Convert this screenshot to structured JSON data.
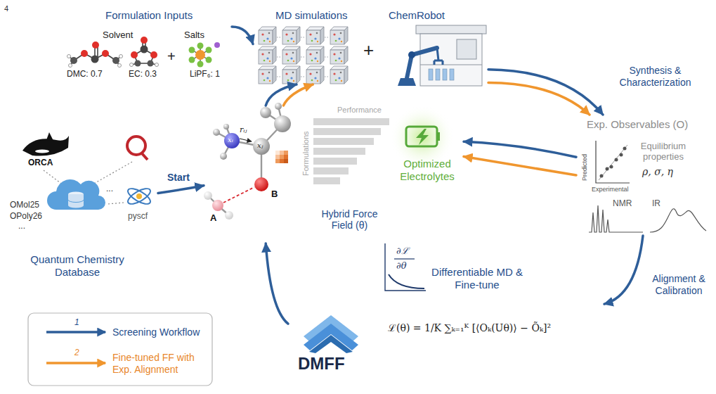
{
  "diagram": {
    "nodes": [
      {
        "text": [
          "Formulation Inputs",
          "Solvent",
          "Salts",
          "+",
          "DMC: 0.7",
          "EC: 0.3",
          "LiPF₆: 1"
        ]
      },
      {
        "text": [
          "MD simulations"
        ]
      },
      {
        "text": [
          "ChemRobot"
        ]
      },
      {
        "text": [
          "Exp. Observables (O)",
          "Predicted",
          "Experimental",
          "Equilibrium properties",
          "ρ, σ, η",
          "NMR",
          "IR"
        ]
      },
      {
        "text": [
          "Performance",
          "Formulations",
          "Optimized Electrolytes"
        ]
      },
      {
        "text": [
          "∂ℒ",
          "∂θ",
          "Differentiable MD & Fine-tune",
          "ℒ(θ) = 1/K ∑ₖ₌₁ᴷ [⟨Oₖ(Uθ)⟩ − Õₖ]²",
          "DMFF"
        ]
      },
      {
        "text": [
          "xᵢ",
          "rᵢⱼ",
          "xⱼ",
          "A",
          "B",
          "Hybrid Force Field (θ)"
        ]
      },
      {
        "text": [
          "ORCA",
          "OMol25",
          "OPoly26",
          "...",
          "...",
          "pyscf",
          "Quantum Chemistry Database"
        ]
      }
    ],
    "edges": [
      {
        "from": 0,
        "to": 1,
        "arrow": "to"
      },
      {
        "from": 6,
        "to": 1,
        "arrow": "to"
      },
      {
        "from": 6,
        "to": 1,
        "arrow": "to"
      },
      {
        "from": 2,
        "to": 3,
        "label": "Synthesis & Characterization",
        "arrow": "to"
      },
      {
        "from": 2,
        "to": 3,
        "arrow": "to"
      },
      {
        "from": 3,
        "to": 4,
        "arrow": "to"
      },
      {
        "from": 3,
        "to": 4,
        "arrow": "to"
      },
      {
        "from": 3,
        "to": 5,
        "label": "Alignment & Calibration",
        "arrow": "to"
      },
      {
        "from": 5,
        "to": 6,
        "arrow": "to"
      },
      {
        "from": 7,
        "to": 6,
        "label": "Start",
        "arrow": "to"
      }
    ],
    "labels": [
      "4",
      "+",
      "1",
      "2"
    ],
    "legend": [
      {
        "text": "Screening Workflow"
      },
      {
        "text": "Fine-tuned FF with Exp. Alignment"
      }
    ]
  }
}
